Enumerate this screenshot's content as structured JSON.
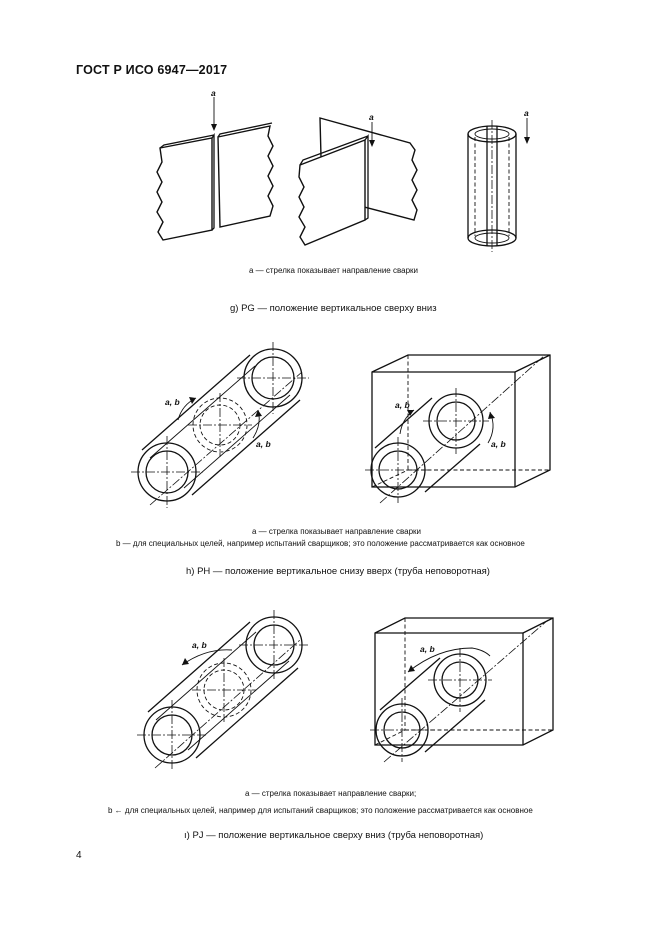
{
  "header": {
    "standard": "ГОСТ Р ИСО  6947—2017"
  },
  "figure_labels": {
    "a": "a",
    "ab": "a, b"
  },
  "section_g": {
    "note_a": "a — стрелка показывает направление сварки",
    "caption": "g)  PG — положение вертикальное сверху вниз"
  },
  "section_h": {
    "note_a": "a — стрелка показывает направление сварки",
    "note_b": "b — для специальных целей, например испытаний сварщиков; это положение рассматривается как основное",
    "caption": "h)  PH — положение вертикальное снизу вверх (труба неповоротная)"
  },
  "section_i": {
    "note_a": "a — стрелка показывает направление сварки;",
    "note_b": "b ← для специальных целей, например для испытаний сварщиков; это положение рассматривается как основное",
    "caption": "ı)  PJ — положение вертикальное сверху вниз (труба неповоротная)"
  },
  "footer": {
    "page_number": "4"
  }
}
